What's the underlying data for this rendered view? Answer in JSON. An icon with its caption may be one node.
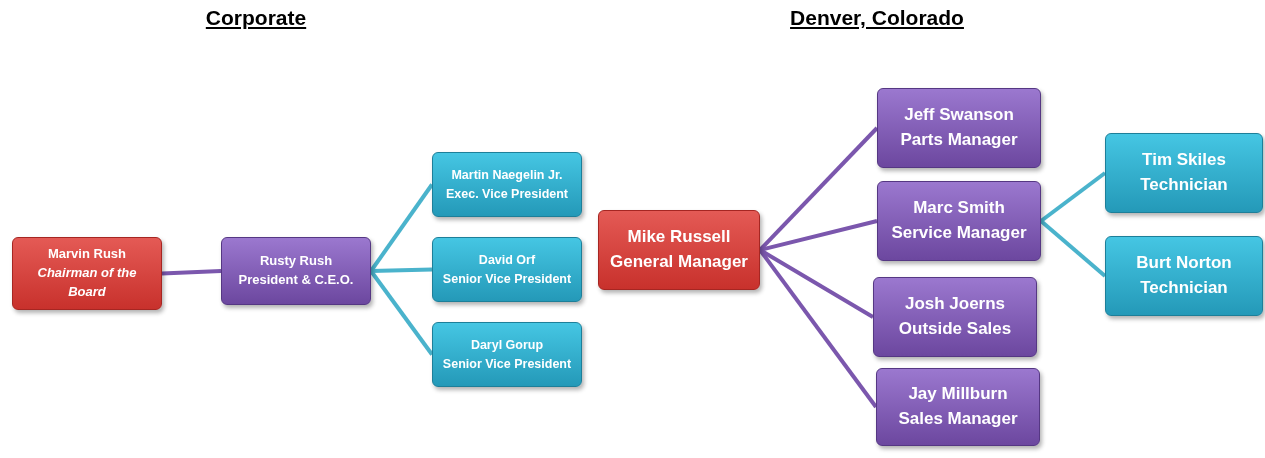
{
  "diagram": {
    "nodes": [
      {
        "text": [
          "Marvin Rush",
          "Chairman of the Board"
        ]
      },
      {
        "text": [
          "Rusty Rush",
          "President & C.E.O."
        ]
      },
      {
        "text": [
          "Martin Naegelin Jr.",
          "Exec. Vice President"
        ]
      },
      {
        "text": [
          "David Orf",
          "Senior Vice President"
        ]
      },
      {
        "text": [
          "Daryl Gorup",
          "Senior Vice President"
        ]
      },
      {
        "text": [
          "Mike Russell",
          "General Manager"
        ]
      },
      {
        "text": [
          "Jeff Swanson",
          "Parts Manager"
        ]
      },
      {
        "text": [
          "Marc Smith",
          "Service Manager"
        ]
      },
      {
        "text": [
          "Josh Joerns",
          "Outside Sales"
        ]
      },
      {
        "text": [
          "Jay Millburn",
          "Sales Manager"
        ]
      },
      {
        "text": [
          "Tim Skiles",
          "Technician"
        ]
      },
      {
        "text": [
          "Burt Norton",
          "Technician"
        ]
      }
    ],
    "edges": [
      {
        "from": 0,
        "to": 1,
        "arrow": "none"
      },
      {
        "from": 1,
        "to": 2,
        "arrow": "none",
        "color": "#4ab3cc"
      },
      {
        "from": 1,
        "to": 3,
        "arrow": "none",
        "color": "#4ab3cc"
      },
      {
        "from": 1,
        "to": 4,
        "arrow": "none",
        "color": "#4ab3cc"
      },
      {
        "from": 5,
        "to": 6,
        "arrow": "none"
      },
      {
        "from": 5,
        "to": 7,
        "arrow": "none"
      },
      {
        "from": 5,
        "to": 8,
        "arrow": "none"
      },
      {
        "from": 5,
        "to": 9,
        "arrow": "none"
      },
      {
        "from": 7,
        "to": 10,
        "arrow": "none",
        "color": "#4ab3cc"
      },
      {
        "from": 7,
        "to": 11,
        "arrow": "none",
        "color": "#4ab3cc"
      }
    ],
    "labels": [
      "Corporate",
      "Denver, Colorado"
    ]
  }
}
